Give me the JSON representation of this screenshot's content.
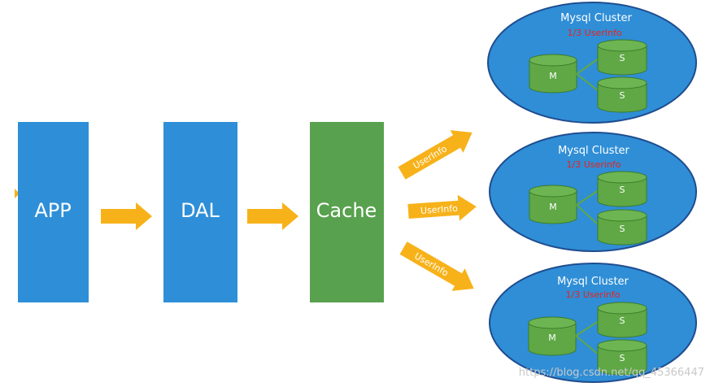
{
  "colors": {
    "blue_block": "#2e8fd8",
    "green_block": "#58a14e",
    "arrow": "#f7b21a",
    "cluster_fill": "#2f8ed6",
    "cluster_stroke": "#1f4d8f",
    "cylinder_fill": "#5fa845",
    "cylinder_stroke": "#3b7a2a",
    "cluster_sub_text": "#e8231f"
  },
  "blocks": {
    "app": "APP",
    "dal": "DAL",
    "cache": "Cache"
  },
  "cache_arrows": [
    {
      "label": "UserInfo"
    },
    {
      "label": "UserInfo"
    },
    {
      "label": "UserInfo"
    }
  ],
  "clusters": [
    {
      "title": "Mysql Cluster",
      "subtitle": "1/3 UserInfo",
      "master": "M",
      "slaves": [
        "S",
        "S"
      ]
    },
    {
      "title": "Mysql Cluster",
      "subtitle": "1/3 Userinfo",
      "master": "M",
      "slaves": [
        "S",
        "S"
      ]
    },
    {
      "title": "Mysql Cluster",
      "subtitle": "1/3 Userinfo",
      "master": "M",
      "slaves": [
        "S",
        "S"
      ]
    }
  ],
  "watermark": "https://blog.csdn.net/qq_45366447"
}
